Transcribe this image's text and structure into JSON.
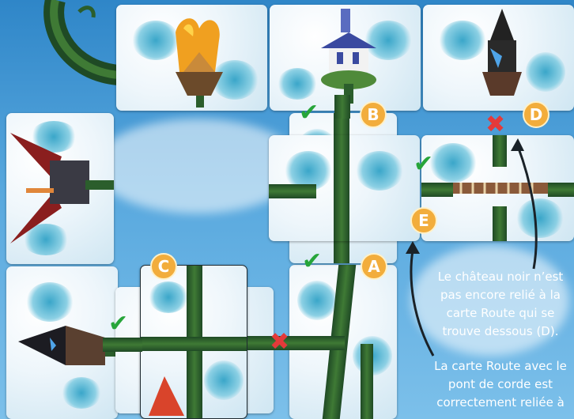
{
  "badges": {
    "a": "A",
    "b": "B",
    "c": "C",
    "d": "D",
    "e": "E"
  },
  "marks": {
    "check": "✔",
    "cross": "✖"
  },
  "notes": {
    "black_castle": "Le château noir n’est pas encore relié à la carte Route qui se trouve dessous (D).",
    "bridge_card": "La carte Route avec le pont de corde est correctement reliée à"
  },
  "colors": {
    "badge": "#f2ad3c",
    "check": "#27a53a",
    "cross": "#e43a3a",
    "sky": "#4a9fda"
  },
  "icons": [
    "beanstalk-icon",
    "castle-icon",
    "rope-bridge-icon",
    "arrow-icon"
  ]
}
